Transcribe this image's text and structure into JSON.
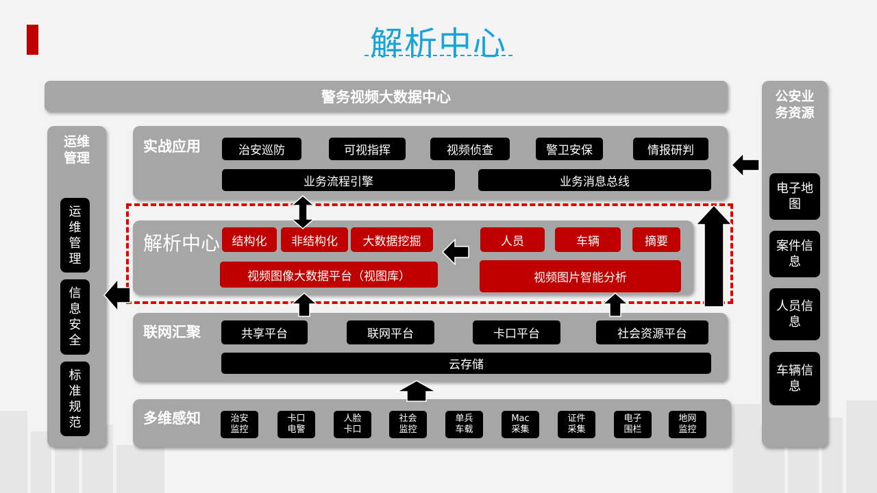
{
  "title": "解析中心",
  "top_banner": "警务视频大数据中心",
  "right_panel": {
    "title": "公安业务资源",
    "items": [
      "电子地图",
      "案件信息",
      "人员信息",
      "车辆信息"
    ]
  },
  "left_panel": {
    "title": "运维管理",
    "items": [
      "运维管理",
      "信息安全",
      "标准规范"
    ]
  },
  "layers": {
    "combat_apps": {
      "label": "实战应用",
      "buttons": [
        "治安巡防",
        "可视指挥",
        "视频侦查",
        "警卫安保",
        "情报研判"
      ],
      "bars": [
        "业务流程引擎",
        "业务消息总线"
      ]
    },
    "analysis": {
      "label": "解析中心",
      "left_buttons": [
        "结构化",
        "非结构化",
        "大数据挖掘"
      ],
      "left_bar": "视频图像大数据平台（视图库）",
      "right_buttons": [
        "人员",
        "车辆",
        "摘要"
      ],
      "right_bar": "视频图片智能分析"
    },
    "aggregation": {
      "label": "联网汇聚",
      "buttons": [
        "共享平台",
        "联网平台",
        "卡口平台",
        "社会资源平台"
      ],
      "bar": "云存储"
    },
    "sensing": {
      "label": "多维感知",
      "items": [
        "治安监控",
        "卡口电警",
        "人脸卡口",
        "社会监控",
        "单兵车载",
        "Mac采集",
        "证件采集",
        "电子围栏",
        "地网监控"
      ]
    }
  },
  "colors": {
    "accent_red": "#c00000",
    "title_blue": "#1aa3d9",
    "panel_gray": "#a6a6a6",
    "dashed_red": "#e00000"
  }
}
